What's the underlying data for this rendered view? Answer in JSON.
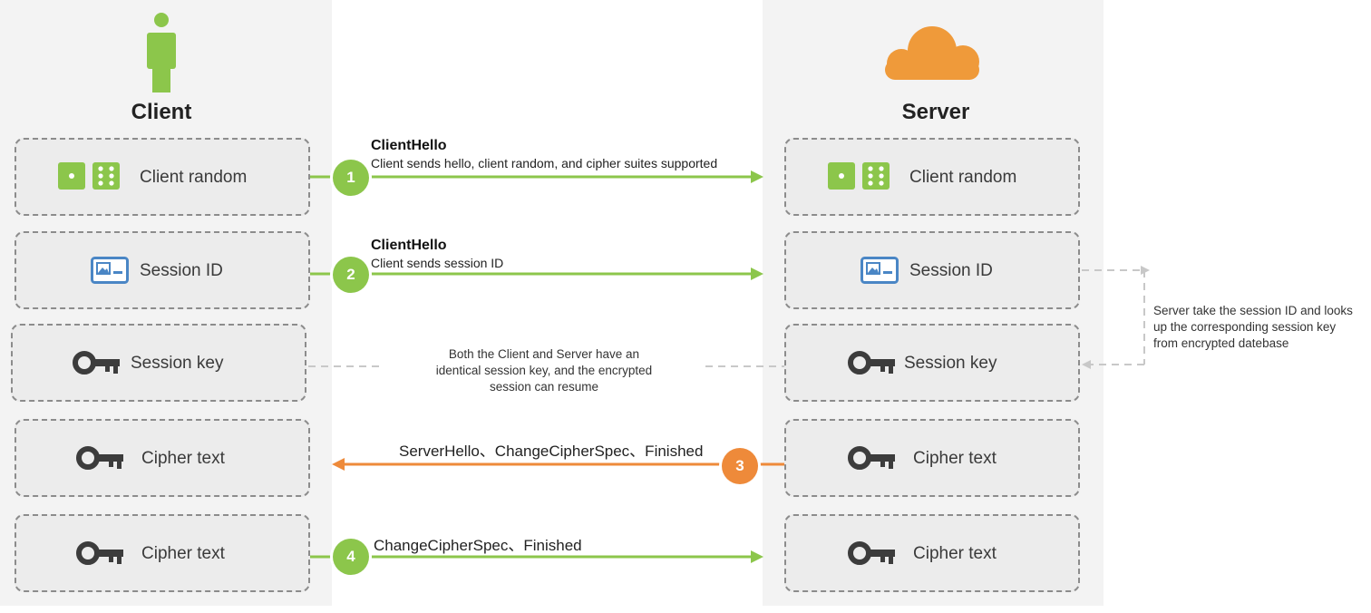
{
  "colors": {
    "green": "#8cc64b",
    "orange": "#ee8a3a",
    "icon_dark": "#3c3c3c",
    "icon_blue": "#4a86c5",
    "cloud": "#ef9a3a"
  },
  "client": {
    "title": "Client",
    "icon": "person-icon",
    "rows": [
      {
        "label": "Client random",
        "icon": "dice-icon"
      },
      {
        "label": "Session ID",
        "icon": "id-card-icon"
      },
      {
        "label": "Session key",
        "icon": "key-icon"
      },
      {
        "label": "Cipher text",
        "icon": "key-icon"
      },
      {
        "label": "Cipher text",
        "icon": "key-icon"
      }
    ]
  },
  "server": {
    "title": "Server",
    "icon": "cloud-icon",
    "rows": [
      {
        "label": "Client random",
        "icon": "dice-icon"
      },
      {
        "label": "Session ID",
        "icon": "id-card-icon"
      },
      {
        "label": "Session key",
        "icon": "key-icon"
      },
      {
        "label": "Cipher text",
        "icon": "key-icon"
      },
      {
        "label": "Cipher text",
        "icon": "key-icon"
      }
    ]
  },
  "messages": [
    {
      "step": "1",
      "title": "ClientHello",
      "desc": "Client sends hello, client random, and cipher suites supported"
    },
    {
      "step": "2",
      "title": "ClientHello",
      "desc": "Client sends session ID"
    },
    {
      "step": "3",
      "title": "ServerHello、ChangeCipherSpec、Finished"
    },
    {
      "step": "4",
      "title": "ChangeCipherSpec、Finished"
    }
  ],
  "notes": {
    "shared_key": [
      "Both the Client and Server have an",
      "identical session key, and the encrypted",
      "session can resume"
    ],
    "lookup": [
      "Server take the session ID and looks",
      "up the corresponding session key",
      "from encrypted datebase"
    ]
  }
}
